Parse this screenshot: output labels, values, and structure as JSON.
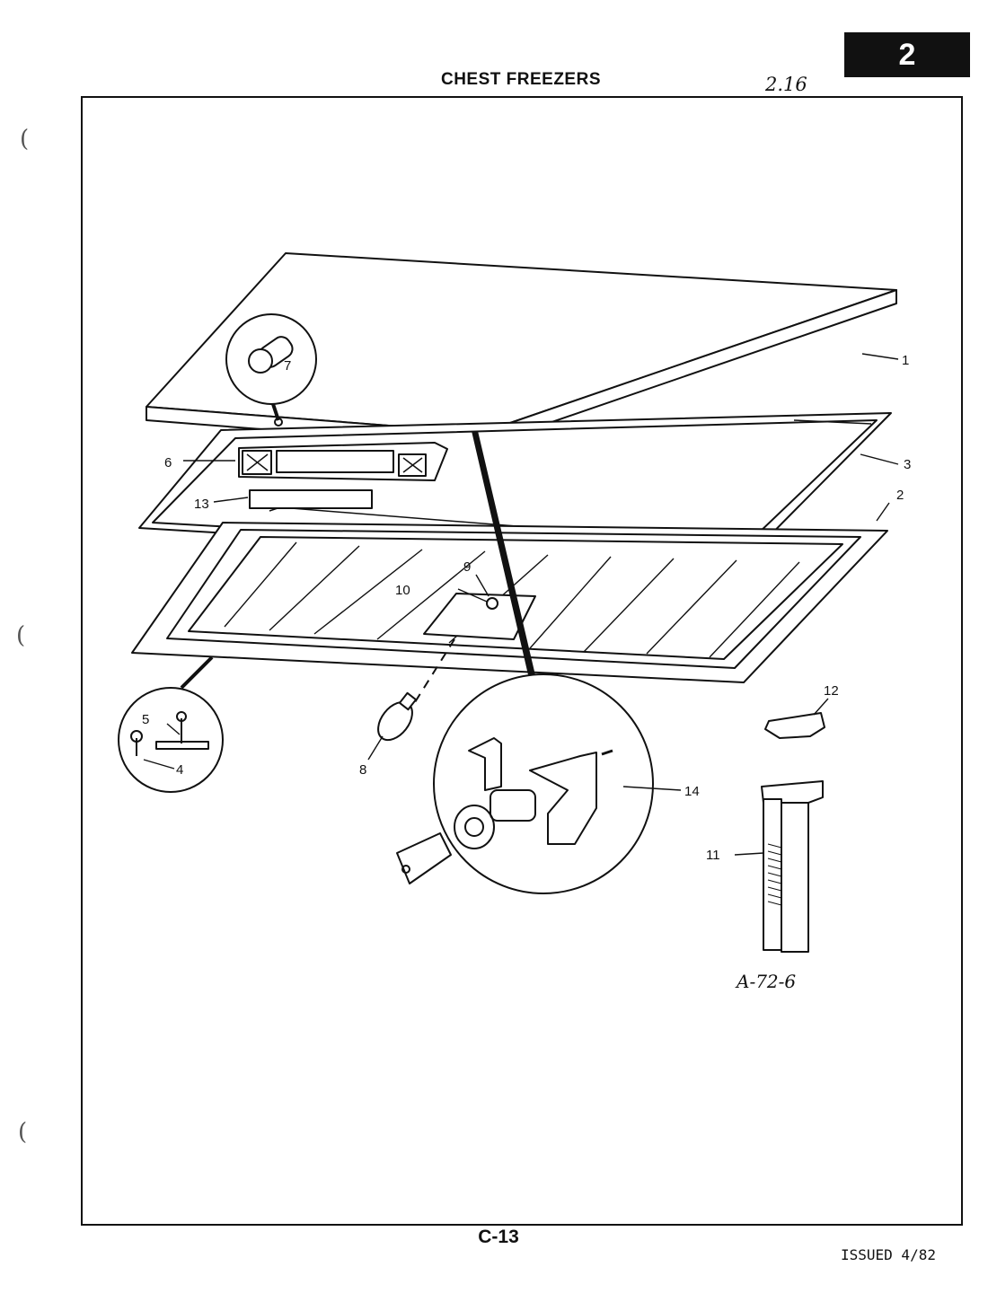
{
  "header": {
    "section_tab": "2",
    "title": "CHEST FREEZERS",
    "handwritten_note": "2.16"
  },
  "footer": {
    "page_number": "C-13",
    "issue_date": "ISSUED 4/82"
  },
  "diagram": {
    "drawing_code": "A-72-6",
    "callouts": [
      "1",
      "2",
      "3",
      "4",
      "5",
      "6",
      "7",
      "8",
      "9",
      "10",
      "11",
      "12",
      "13",
      "14"
    ]
  }
}
